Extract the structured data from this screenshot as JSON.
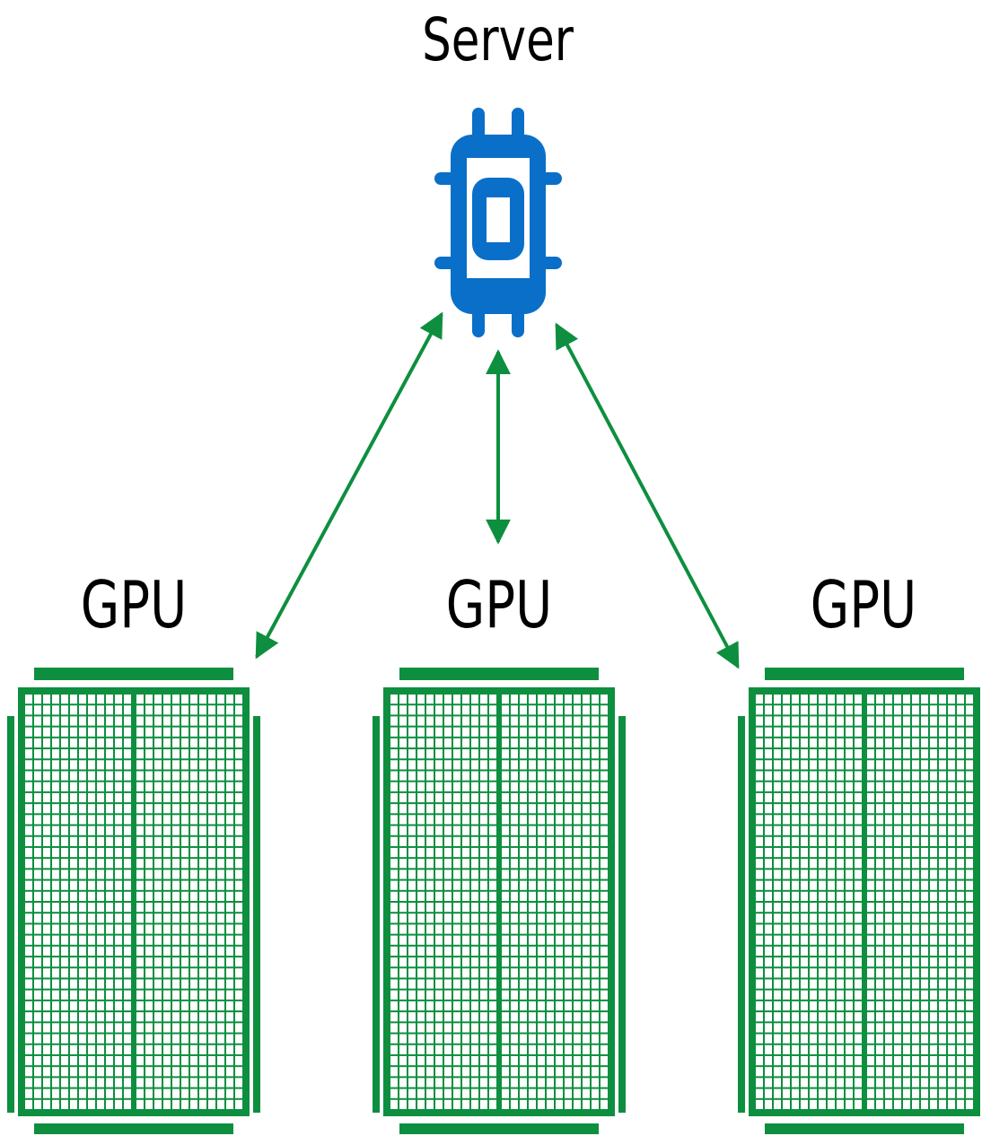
{
  "diagram": {
    "server": {
      "label": "Server",
      "icon": "processor-chip-icon",
      "color": "#0a6fc8"
    },
    "gpus": [
      {
        "label": "GPU",
        "icon": "gpu-grid-icon"
      },
      {
        "label": "GPU",
        "icon": "gpu-grid-icon"
      },
      {
        "label": "GPU",
        "icon": "gpu-grid-icon"
      }
    ],
    "connections": [
      {
        "from": "server",
        "to": "gpu-1",
        "direction": "bidirectional"
      },
      {
        "from": "server",
        "to": "gpu-2",
        "direction": "bidirectional"
      },
      {
        "from": "server",
        "to": "gpu-3",
        "direction": "bidirectional"
      }
    ],
    "colors": {
      "gpu": "#0d8f3f",
      "arrow": "#0d8f3f",
      "server": "#0a6fc8",
      "background": "#ffffff",
      "text": "#000000"
    }
  }
}
